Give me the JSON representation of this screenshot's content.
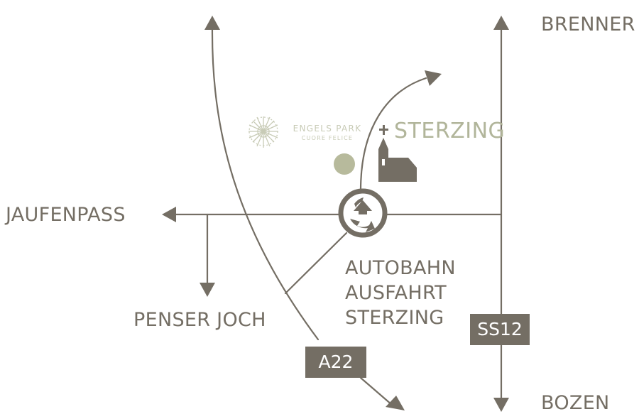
{
  "destinations": {
    "north": "BRENNER",
    "west": "JAUFENPASS",
    "southwest": "PENSER JOCH",
    "south": "BOZEN"
  },
  "exit": {
    "line1": "AUTOBAHN",
    "line2": "AUSFAHRT",
    "line3": "STERZING"
  },
  "roads": {
    "motorway": "A22",
    "state_road": "SS12"
  },
  "town": "STERZING",
  "brand": {
    "name": "ENGELS PARK",
    "tagline": "CUORE FELICE"
  },
  "colors": {
    "road": "#746e64",
    "town": "#b1b59a",
    "location_marker": "#b7ba9c",
    "brand": "#c8cbb6"
  },
  "icons": {
    "roundabout": "roundabout-icon",
    "church": "church-icon",
    "logo": "tree-logo-icon",
    "marker": "location-dot-icon"
  }
}
